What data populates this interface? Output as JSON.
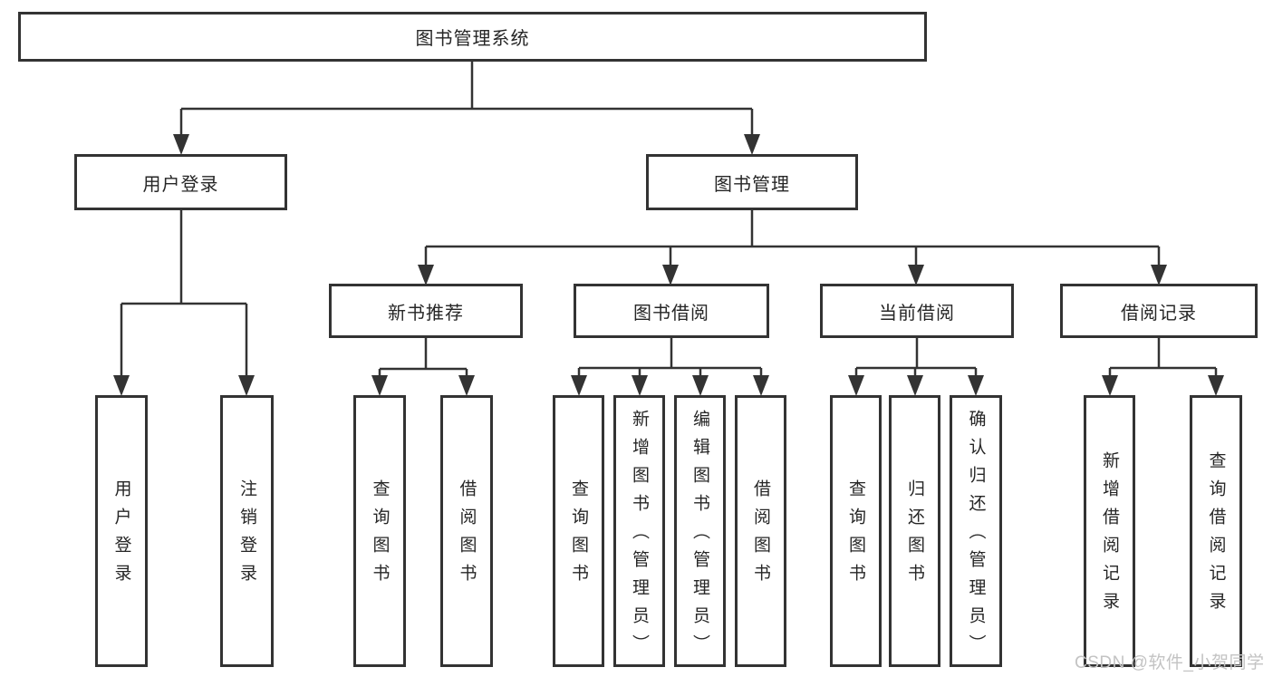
{
  "tree": {
    "root": {
      "label": "图书管理系统",
      "children": [
        {
          "label": "用户登录",
          "children": [
            {
              "label": "用户登录"
            },
            {
              "label": "注销登录"
            }
          ]
        },
        {
          "label": "图书管理",
          "children": [
            {
              "label": "新书推荐",
              "children": [
                {
                  "label": "查询图书"
                },
                {
                  "label": "借阅图书"
                }
              ]
            },
            {
              "label": "图书借阅",
              "children": [
                {
                  "label": "查询图书"
                },
                {
                  "label": "新增图书（管理员）"
                },
                {
                  "label": "编辑图书（管理员）"
                },
                {
                  "label": "借阅图书"
                }
              ]
            },
            {
              "label": "当前借阅",
              "children": [
                {
                  "label": "查询图书"
                },
                {
                  "label": "归还图书"
                },
                {
                  "label": "确认归还（管理员）"
                }
              ]
            },
            {
              "label": "借阅记录",
              "children": [
                {
                  "label": "新增借阅记录"
                },
                {
                  "label": "查询借阅记录"
                }
              ]
            }
          ]
        }
      ]
    }
  },
  "watermark": {
    "text": "CSDN @软件_小贺同学"
  },
  "colors": {
    "line": "#333333",
    "box_border": "#333333",
    "text": "#262626",
    "background": "#ffffff",
    "watermark_text": "#c3c3c3"
  }
}
